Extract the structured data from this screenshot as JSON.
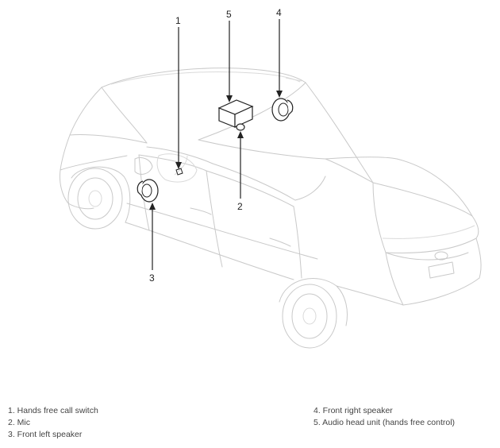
{
  "callouts": {
    "c1": "1",
    "c2": "2",
    "c3": "3",
    "c4": "4",
    "c5": "5"
  },
  "legend": {
    "left": [
      "1. Hands free call switch",
      "2. Mic",
      "3. Front left speaker"
    ],
    "right": [
      "4. Front right speaker",
      "5. Audio head unit (hands free control)"
    ]
  }
}
